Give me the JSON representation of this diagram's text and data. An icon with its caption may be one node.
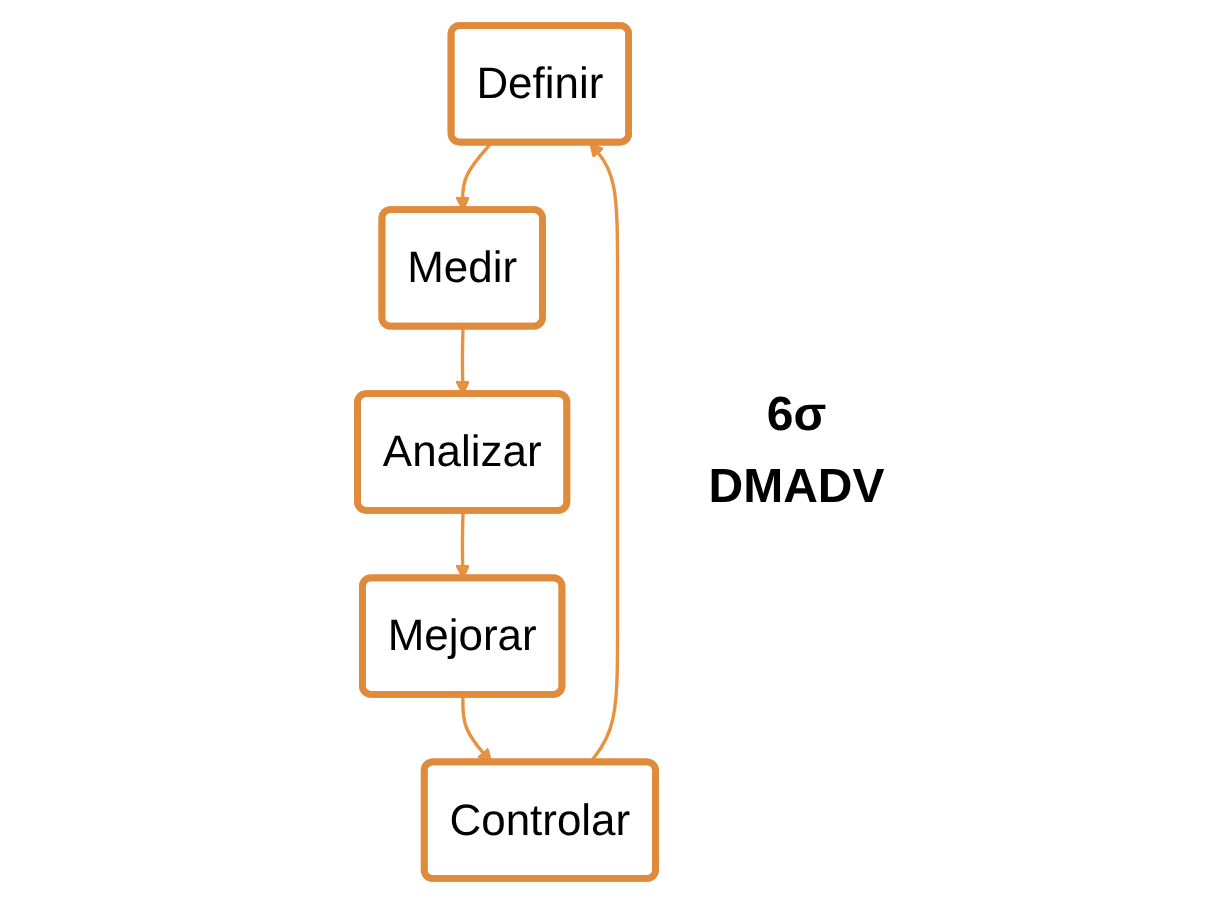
{
  "diagram": {
    "nodes": [
      {
        "text": [
          "Definir"
        ]
      },
      {
        "text": [
          "Medir"
        ]
      },
      {
        "text": [
          "Analizar"
        ]
      },
      {
        "text": [
          "Mejorar"
        ]
      },
      {
        "text": [
          "Controlar"
        ]
      }
    ],
    "edges": [
      {
        "from": 0,
        "to": 1,
        "arrow": "to"
      },
      {
        "from": 1,
        "to": 2,
        "arrow": "to"
      },
      {
        "from": 2,
        "to": 3,
        "arrow": "to"
      },
      {
        "from": 3,
        "to": 4,
        "arrow": "to"
      },
      {
        "from": 4,
        "to": 0,
        "arrow": "to"
      }
    ],
    "labels": [
      "6σ",
      "DMADV"
    ]
  }
}
